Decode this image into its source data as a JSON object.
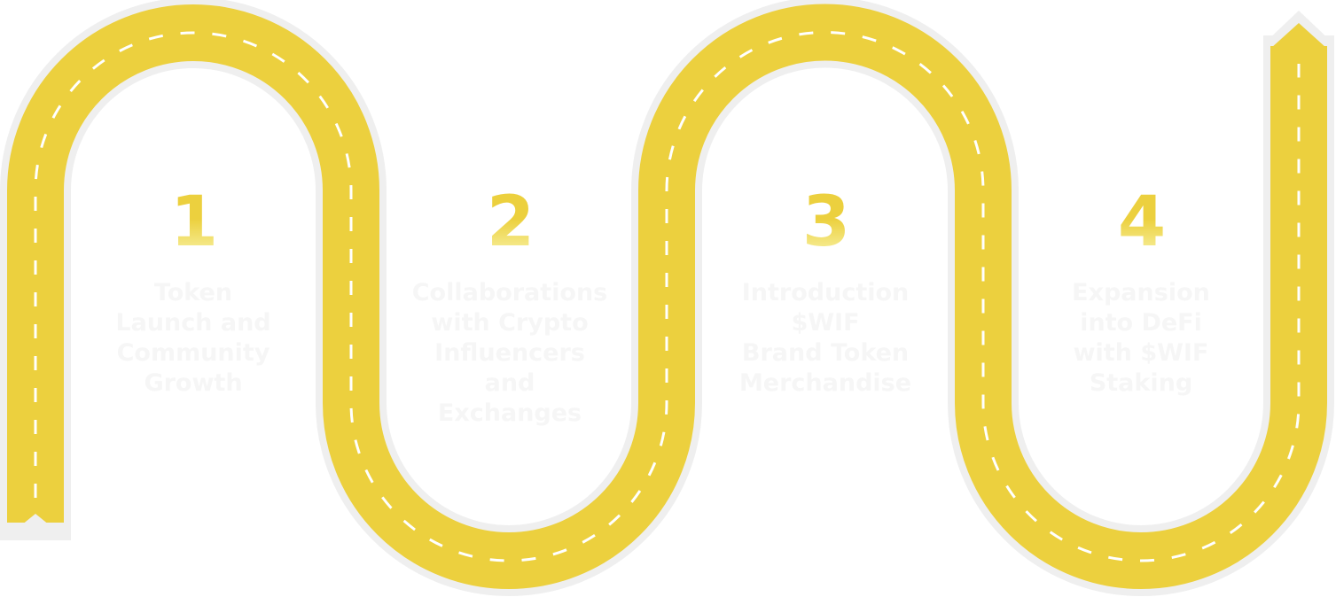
{
  "colors": {
    "road": "#ecd03e",
    "road_edge": "#efefef",
    "lane_marking": "#ffffff",
    "number": "#ecd03e",
    "step_text": "#f6f6f6"
  },
  "steps": [
    {
      "number": "1",
      "text": [
        "Token",
        "Launch and",
        "Community",
        "Growth"
      ]
    },
    {
      "number": "2",
      "text": [
        "Collaborations",
        "with Crypto",
        "Influencers",
        "and",
        "Exchanges"
      ]
    },
    {
      "number": "3",
      "text": [
        "Introduction",
        "$WIF",
        "Brand Token",
        "Merchandise"
      ]
    },
    {
      "number": "4",
      "text": [
        "Expansion",
        "into DeFi",
        "with $WIF",
        "Staking"
      ]
    }
  ]
}
